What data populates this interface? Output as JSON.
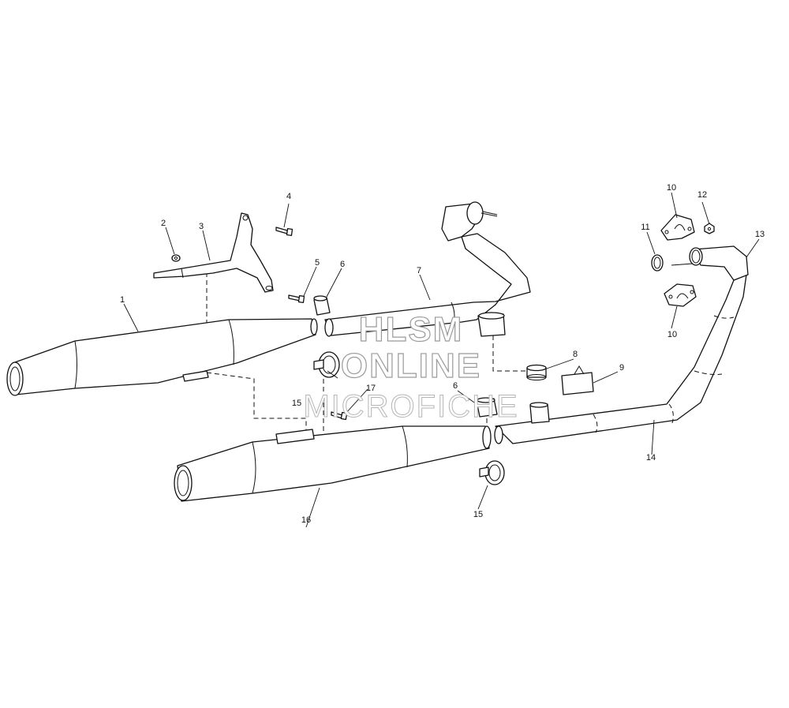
{
  "watermark": {
    "line1": "HLSM",
    "line2": "ONLINE",
    "line3": "MICROFICHE"
  },
  "callouts": {
    "c1": "1",
    "c2": "2",
    "c3": "3",
    "c4": "4",
    "c5": "5",
    "c6a": "6",
    "c6b": "6",
    "c7": "7",
    "c8": "8",
    "c9": "9",
    "c10a": "10",
    "c10b": "10",
    "c11": "11",
    "c12": "12",
    "c13": "13",
    "c14": "14",
    "c15a": "15",
    "c15b": "15",
    "c16": "16",
    "c17": "17"
  }
}
